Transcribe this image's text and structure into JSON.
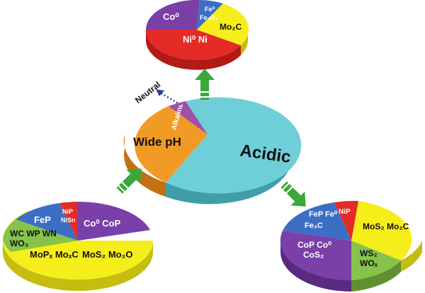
{
  "colors": {
    "acidic": "#6fcfd8",
    "wide_ph": "#f29a26",
    "alkaline": "#a24fa8",
    "purple": "#7b3fa8",
    "red": "#e42b26",
    "blue": "#3c6fc4",
    "yellow": "#f6ee1a",
    "green": "#87c34a",
    "arrow_green": "#3aa83a",
    "arrow_blue": "#2b3f9a"
  },
  "center_pie": {
    "acidic": "Acidic",
    "wide_ph": "Wide pH",
    "alkaline": "Alkaline",
    "neutral": "Neutral"
  },
  "top_pie": {
    "co0": "Co⁰",
    "fe0": "Fe⁰",
    "fe2o3": "Fe₂O₃",
    "mo2c": "Mo₂C",
    "ni0_ni": "Ni⁰  Ni"
  },
  "left_pie": {
    "fep": "FeP",
    "nip": "NiP",
    "nisn": "NiSn",
    "co0_cop": "Co⁰  CoP",
    "wc_wp_wn": "WC WP WN",
    "wo3": "WO₃",
    "mop_moxc": "MoPₓ MoₓC",
    "mos2_mo2o": "MoS₂ Mo₂O"
  },
  "right_pie": {
    "fep_fe0": "FeP Fe⁰",
    "nip": "NiP",
    "fe3c": "Fe₃C",
    "mos2_mo2c": "MoS₂ Mo₂C",
    "cop_co0": "CoP Co⁰",
    "cos2": "CoS₂",
    "ws2": "WS₂",
    "wox": "WOₓ"
  }
}
